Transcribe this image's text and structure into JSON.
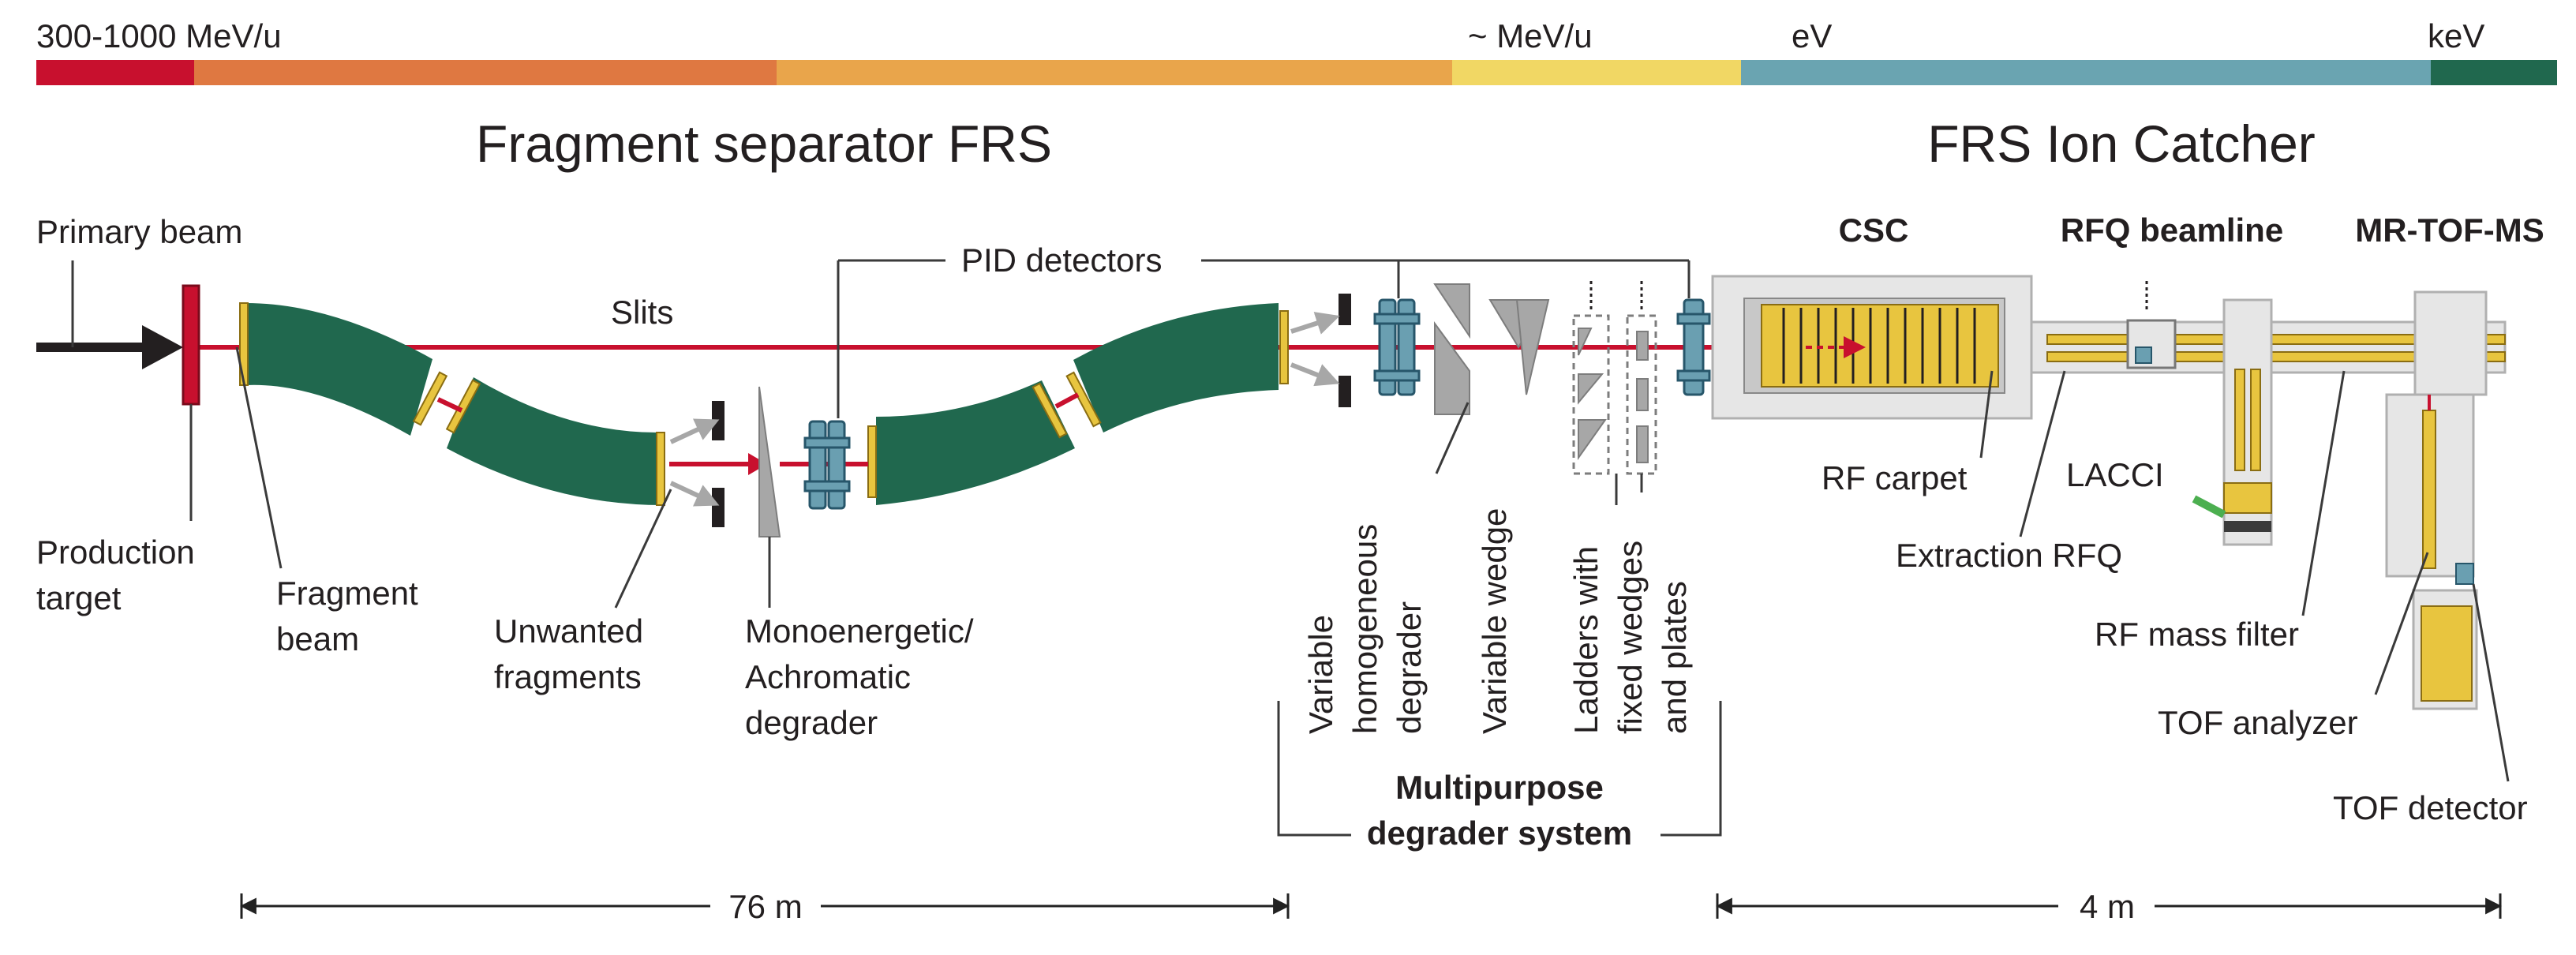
{
  "energy_bar": {
    "segments": [
      {
        "color": "#c8102e"
      },
      {
        "color": "#df7841"
      },
      {
        "color": "#e9a54b"
      },
      {
        "color": "#f1d764"
      },
      {
        "color": "#6aa4b1"
      },
      {
        "color": "#20684e"
      }
    ],
    "labels": {
      "relativistic": "300-1000 MeV/u",
      "mev": "~ MeV/u",
      "ev": "eV",
      "kev": "keV"
    }
  },
  "titles": {
    "frs": "Fragment separator FRS",
    "ion_catcher": "FRS Ion Catcher"
  },
  "labels": {
    "primary_beam": "Primary beam",
    "production_target_1": "Production",
    "production_target_2": "target",
    "fragment_beam_1": "Fragment",
    "fragment_beam_2": "beam",
    "slits": "Slits",
    "unwanted_1": "Unwanted",
    "unwanted_2": "fragments",
    "pid_detectors": "PID detectors",
    "mono_1": "Monoenergetic/",
    "mono_2": "Achromatic",
    "mono_3": "degrader",
    "var_hom_1": "Variable",
    "var_hom_2": "homogeneous",
    "var_hom_3": "degrader",
    "var_wedge": "Variable wedge",
    "ladders_1": "Ladders with",
    "ladders_2": "fixed wedges",
    "ladders_3": "and plates",
    "multipurpose_1": "Multipurpose",
    "multipurpose_2": "degrader system",
    "csc": "CSC",
    "rfq_beamline": "RFQ beamline",
    "mr_tof_ms": "MR-TOF-MS",
    "rf_carpet": "RF carpet",
    "extraction_rfq": "Extraction RFQ",
    "lacci": "LACCI",
    "rf_mass_filter": "RF mass filter",
    "tof_analyzer": "TOF analyzer",
    "tof_detector": "TOF detector"
  },
  "scale": {
    "frs_length": "76 m",
    "ion_catcher_length": "4 m"
  },
  "colors": {
    "magnet": "#20684e",
    "beam": "#c8102e",
    "detector": "#6a9fb1",
    "gold": "#e8c53f",
    "gray": "#a7a7a7"
  }
}
